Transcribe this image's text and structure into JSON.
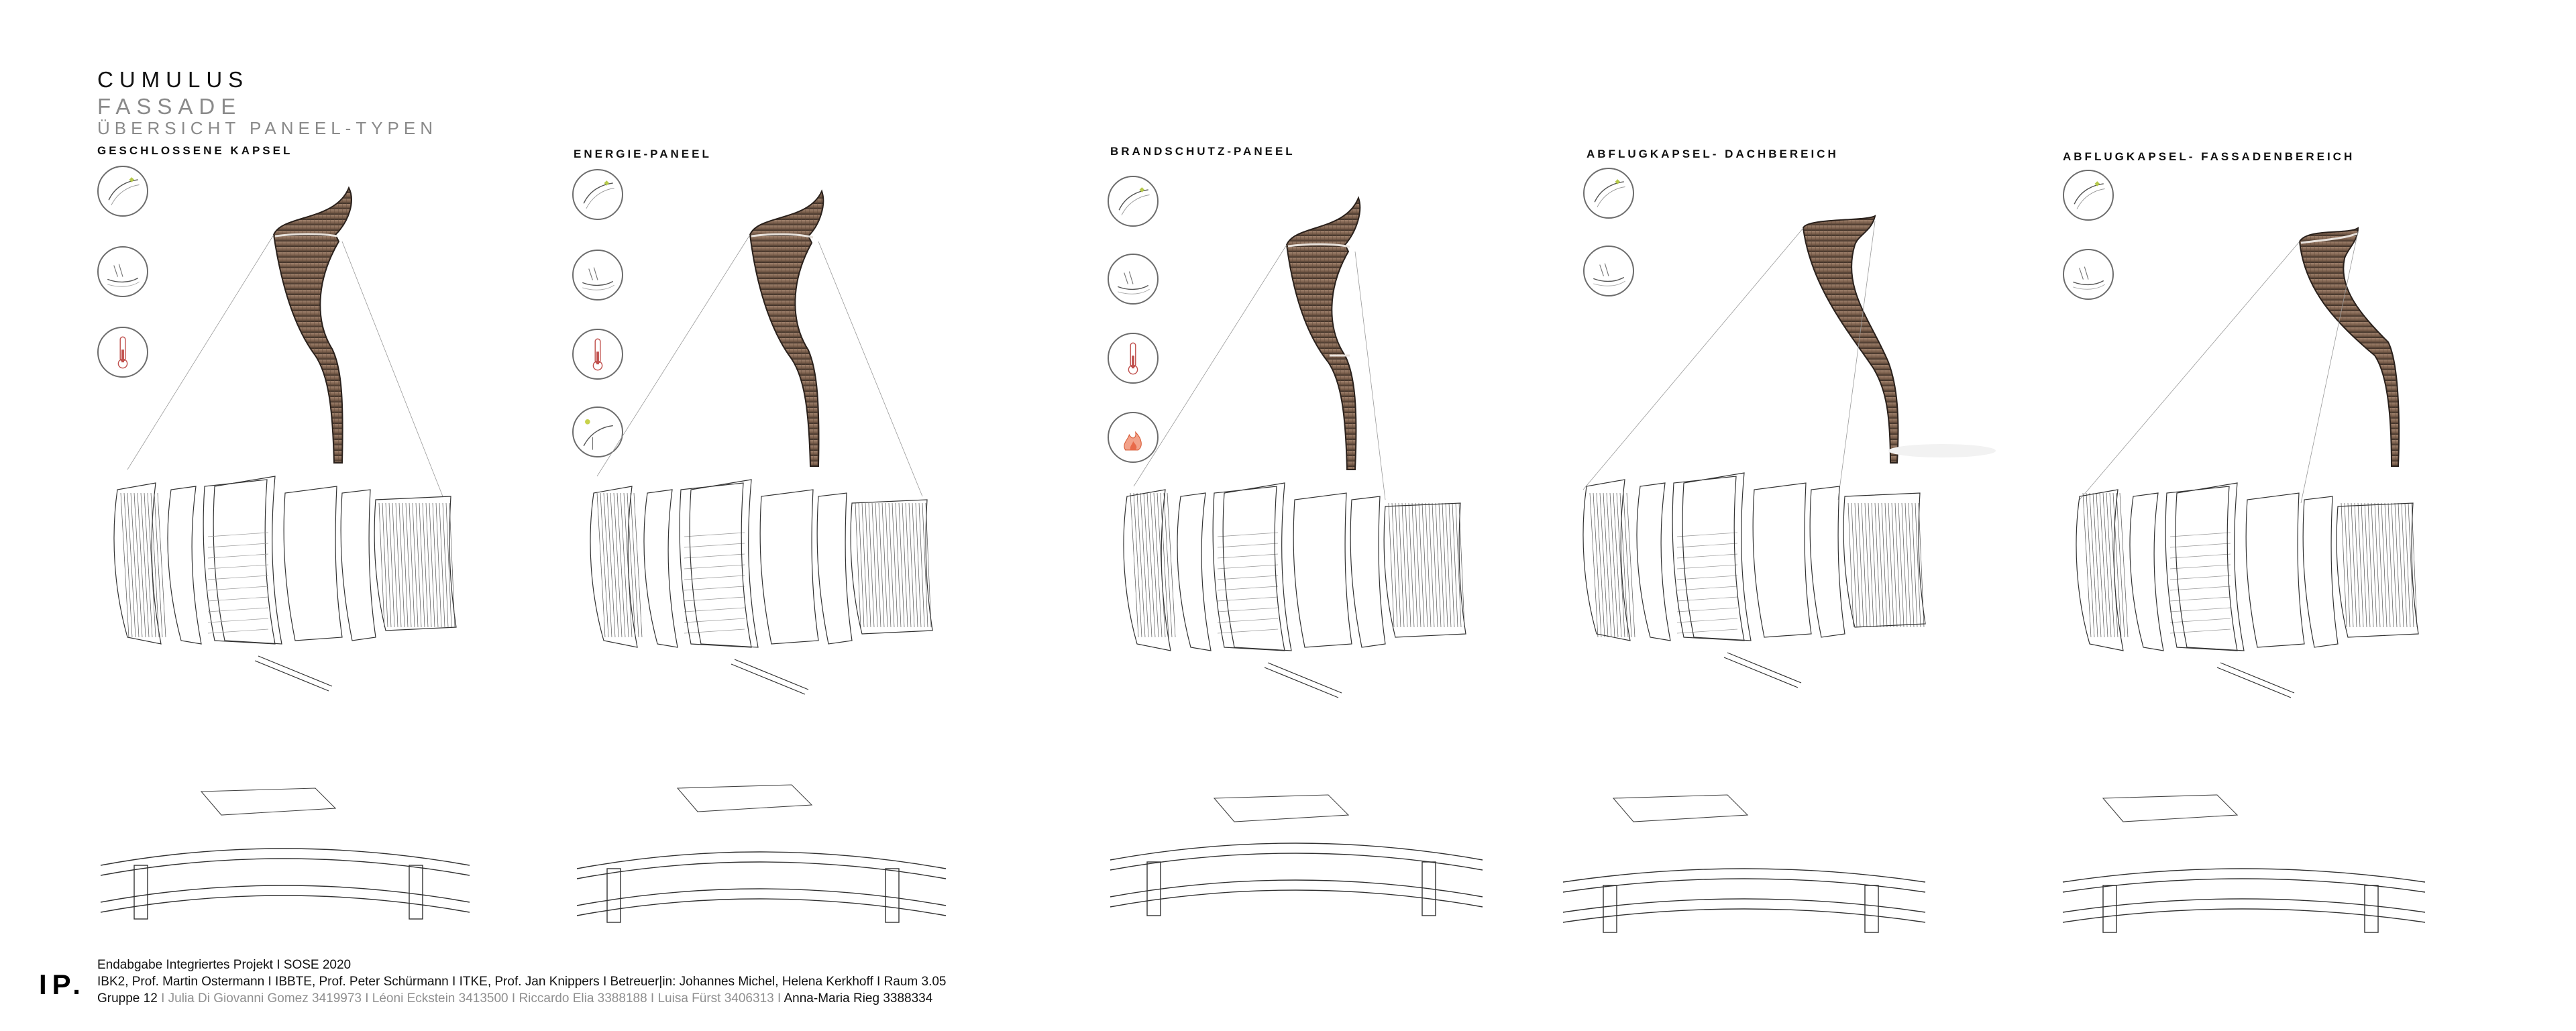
{
  "title": {
    "main": "CUMULUS",
    "sub1": "FASSADE",
    "sub2": "ÜBERSICHT PANEEL-TYPEN"
  },
  "columns": [
    {
      "heading": "GESCHLOSSENE KAPSEL",
      "icons": [
        "leaf-icon",
        "wind-icon",
        "thermometer-icon"
      ]
    },
    {
      "heading": "ENERGIE-PANEEL",
      "icons": [
        "leaf-icon",
        "wind-icon",
        "thermometer-icon",
        "sun-icon"
      ]
    },
    {
      "heading": "BRANDSCHUTZ-PANEEL",
      "icons": [
        "leaf-icon",
        "wind-icon",
        "thermometer-icon",
        "fire-icon"
      ]
    },
    {
      "heading": "ABFLUGKAPSEL- DACHBEREICH",
      "icons": [
        "leaf-icon",
        "wind-icon"
      ]
    },
    {
      "heading": "ABFLUGKAPSEL- FASSADENBEREICH",
      "icons": [
        "leaf-icon",
        "wind-icon"
      ]
    }
  ],
  "footer": {
    "logo": "IP.",
    "line1": "Endabgabe  Integriertes Projekt  I  SOSE 2020",
    "line2": "IBK2, Prof. Martin Ostermann  I  IBBTE, Prof. Peter Schürmann  I  ITKE, Prof. Jan Knippers  I    Betreuer|in: Johannes Michel, Helena Kerkhoff  I  Raum 3.05",
    "group": "Gruppe 12",
    "members_muted": "I  Julia Di Giovanni Gomez 3419973  I  Léoni Eckstein 3413500  I  Riccardo Elia 3388188  I  Luisa Fürst 3406313  I",
    "member_last": "Anna-Maria Rieg  3388334"
  },
  "colors": {
    "panel_wood": "#8b6e5a",
    "panel_dark": "#2a211c",
    "line": "#333333",
    "muted_text": "#8f8f8f",
    "icon_red": "#c0504d"
  }
}
